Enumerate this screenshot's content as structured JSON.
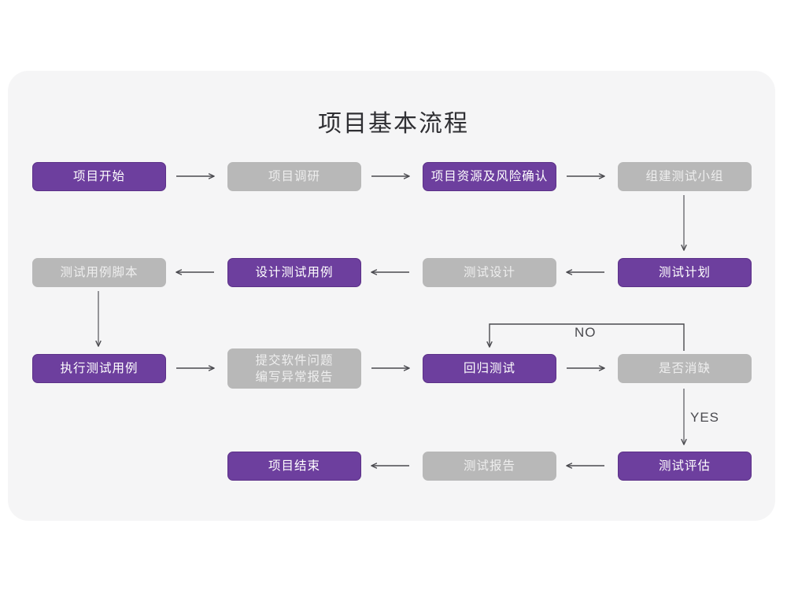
{
  "page": {
    "background_color": "#ffffff",
    "card_color": "#f5f5f6"
  },
  "title": "项目基本流程",
  "palette": {
    "purple": "#6d3f9e",
    "purple_border": "#5c3188",
    "gray": "#b8b8b8",
    "gray_text": "#eeeeee",
    "arrow": "#4a4a4f",
    "title_text": "#2f2f33"
  },
  "chart_data": {
    "type": "diagram",
    "title": "项目基本流程",
    "nodes": [
      {
        "id": "n1",
        "label": "项目开始",
        "style": "purple",
        "row": 1,
        "col": 1
      },
      {
        "id": "n2",
        "label": "项目调研",
        "style": "gray",
        "row": 1,
        "col": 2
      },
      {
        "id": "n3",
        "label": "项目资源及风险确认",
        "style": "purple",
        "row": 1,
        "col": 3
      },
      {
        "id": "n4",
        "label": "组建测试小组",
        "style": "gray",
        "row": 1,
        "col": 4
      },
      {
        "id": "n5",
        "label": "测试用例脚本",
        "style": "gray",
        "row": 2,
        "col": 1
      },
      {
        "id": "n6",
        "label": "设计测试用例",
        "style": "purple",
        "row": 2,
        "col": 2
      },
      {
        "id": "n7",
        "label": "测试设计",
        "style": "gray",
        "row": 2,
        "col": 3
      },
      {
        "id": "n8",
        "label": "测试计划",
        "style": "purple",
        "row": 2,
        "col": 4
      },
      {
        "id": "n9",
        "label": "执行测试用例",
        "style": "purple",
        "row": 3,
        "col": 1
      },
      {
        "id": "n10",
        "label": "提交软件问题\n编写异常报告",
        "style": "gray",
        "row": 3,
        "col": 2
      },
      {
        "id": "n11",
        "label": "回归测试",
        "style": "purple",
        "row": 3,
        "col": 3
      },
      {
        "id": "n12",
        "label": "是否消缺",
        "style": "gray",
        "row": 3,
        "col": 4
      },
      {
        "id": "n13",
        "label": "项目结束",
        "style": "purple",
        "row": 4,
        "col": 2
      },
      {
        "id": "n14",
        "label": "测试报告",
        "style": "gray",
        "row": 4,
        "col": 3
      },
      {
        "id": "n15",
        "label": "测试评估",
        "style": "purple",
        "row": 4,
        "col": 4
      }
    ],
    "edges": [
      {
        "from": "n1",
        "to": "n2",
        "label": "",
        "direction": "right"
      },
      {
        "from": "n2",
        "to": "n3",
        "label": "",
        "direction": "right"
      },
      {
        "from": "n3",
        "to": "n4",
        "label": "",
        "direction": "right"
      },
      {
        "from": "n4",
        "to": "n8",
        "label": "",
        "direction": "down"
      },
      {
        "from": "n8",
        "to": "n7",
        "label": "",
        "direction": "left"
      },
      {
        "from": "n7",
        "to": "n6",
        "label": "",
        "direction": "left"
      },
      {
        "from": "n6",
        "to": "n5",
        "label": "",
        "direction": "left"
      },
      {
        "from": "n5",
        "to": "n9",
        "label": "",
        "direction": "down"
      },
      {
        "from": "n9",
        "to": "n10",
        "label": "",
        "direction": "right"
      },
      {
        "from": "n10",
        "to": "n11",
        "label": "",
        "direction": "right"
      },
      {
        "from": "n11",
        "to": "n12",
        "label": "",
        "direction": "right"
      },
      {
        "from": "n12",
        "to": "n11",
        "label": "NO",
        "direction": "loop-up-left"
      },
      {
        "from": "n12",
        "to": "n15",
        "label": "YES",
        "direction": "down"
      },
      {
        "from": "n15",
        "to": "n14",
        "label": "",
        "direction": "left"
      },
      {
        "from": "n14",
        "to": "n13",
        "label": "",
        "direction": "left"
      }
    ]
  },
  "edge_labels": {
    "no": "NO",
    "yes": "YES"
  }
}
